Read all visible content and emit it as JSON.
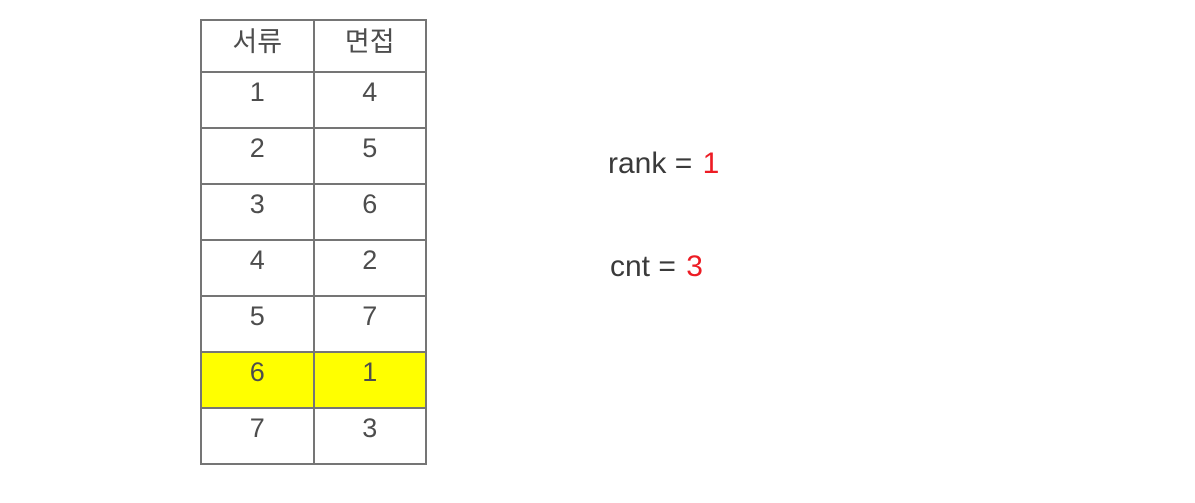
{
  "table": {
    "headers": [
      "서류",
      "면접"
    ],
    "rows": [
      {
        "values": [
          "1",
          "4"
        ],
        "highlight": false
      },
      {
        "values": [
          "2",
          "5"
        ],
        "highlight": false
      },
      {
        "values": [
          "3",
          "6"
        ],
        "highlight": false
      },
      {
        "values": [
          "4",
          "2"
        ],
        "highlight": false
      },
      {
        "values": [
          "5",
          "7"
        ],
        "highlight": false
      },
      {
        "values": [
          "6",
          "1"
        ],
        "highlight": true
      },
      {
        "values": [
          "7",
          "3"
        ],
        "highlight": false
      }
    ]
  },
  "annotations": {
    "rank": {
      "label": "rank = ",
      "value": "1"
    },
    "cnt": {
      "label": "cnt = ",
      "value": "3"
    }
  },
  "colors": {
    "highlight_yellow": "#ffff00",
    "value_red": "#ed1c24",
    "table_border": "#757575",
    "text_gray": "#4d4d4d",
    "label_gray": "#3a3a3a"
  }
}
